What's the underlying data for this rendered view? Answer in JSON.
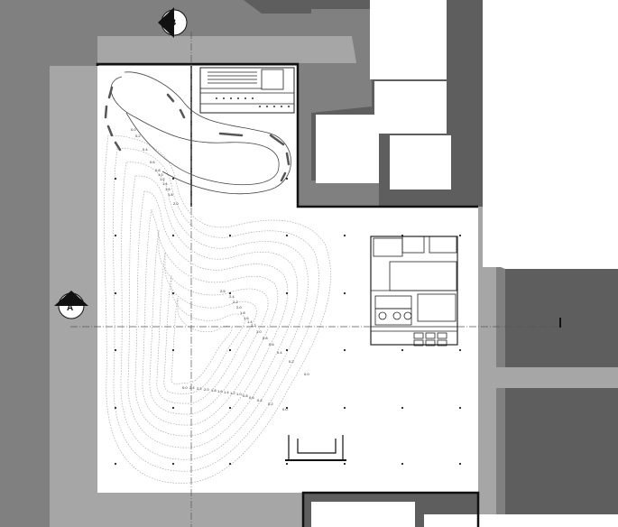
{
  "section_markers": {
    "a": {
      "letter": "A"
    },
    "b": {
      "letter": "B"
    }
  },
  "colors": {
    "background": "#808080",
    "street": "#a6a6a6",
    "dark_block": "#5e5e5e",
    "building": "#ffffff",
    "line": "#111111",
    "contour": "#9a9a9a"
  },
  "contours": {
    "upper": [
      "0.0",
      "0.2",
      "0.4",
      "0.6",
      "0.8",
      "1.0",
      "1.2",
      "1.4",
      "1.6",
      "1.8",
      "2.0"
    ],
    "middle": [
      "2.5",
      "2.4",
      "2.2",
      "2.0",
      "1.8",
      "1.6",
      "1.4",
      "1.2",
      "1.0",
      "0.8",
      "0.6",
      "0.4",
      "0.2",
      "0.0"
    ],
    "lower": [
      "0.0",
      "2.4",
      "2.2",
      "2.0",
      "1.8",
      "1.6",
      "1.4",
      "1.2",
      "1.0",
      "0.8",
      "0.6",
      "0.4",
      "0.2",
      "0.0"
    ]
  }
}
